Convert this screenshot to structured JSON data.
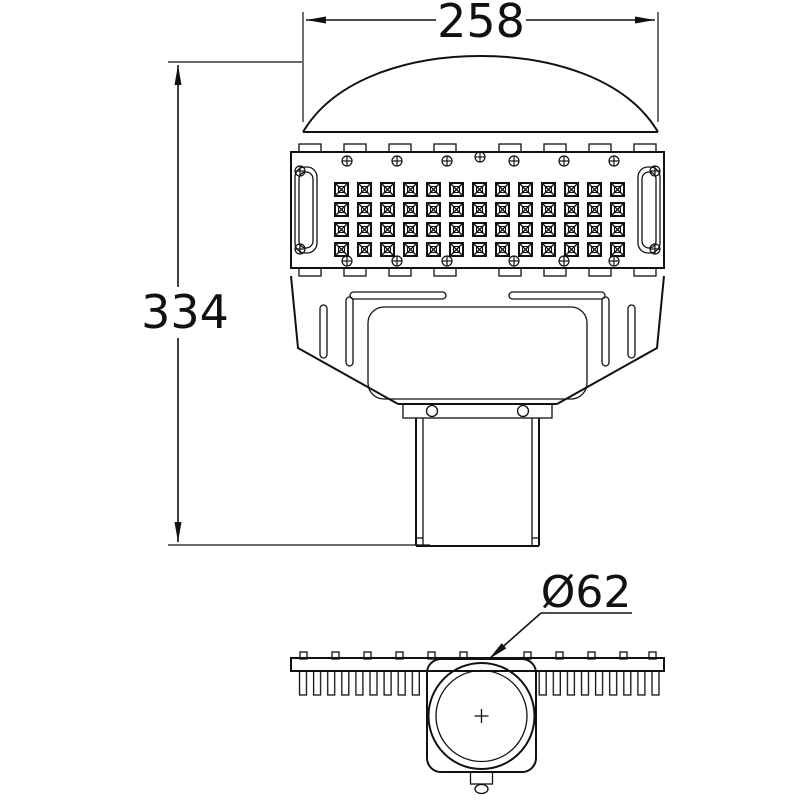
{
  "drawing": {
    "labels": {
      "width": "258",
      "height": "334",
      "pole_diameter": "Ø62"
    },
    "led_grid": {
      "rows": 4,
      "columns": 13
    },
    "colors": {
      "line": "#111111",
      "background": "#ffffff"
    }
  }
}
